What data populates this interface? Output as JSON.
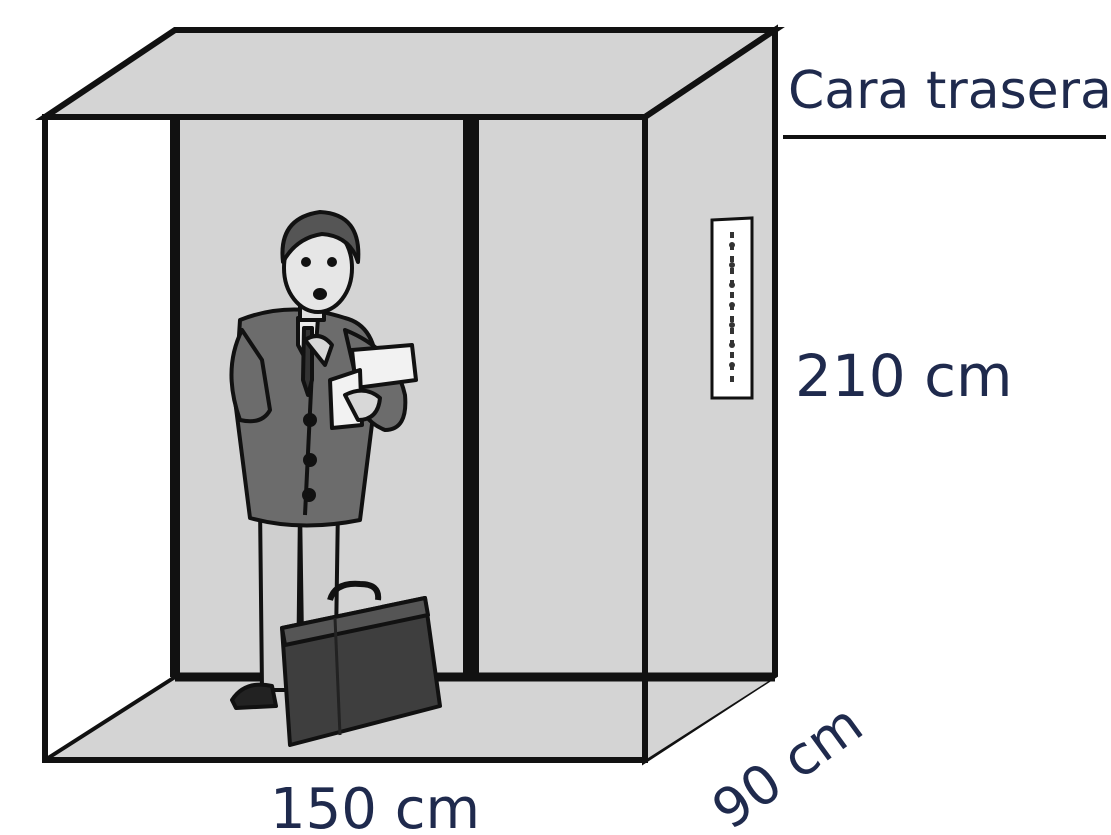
{
  "labels": {
    "back_face": "Cara trasera",
    "height": "210 cm",
    "width": "150 cm",
    "depth": "90 cm"
  },
  "colors": {
    "wall": "#d4d4d4",
    "outline": "#111111",
    "ink": "#1f2a4d",
    "suit": "#6c6c6c",
    "suit_dark": "#4a4a4a",
    "case": "#3e3e3e"
  },
  "icons": {
    "person": "businessman-reading-icon",
    "briefcase": "briefcase-icon",
    "panel": "elevator-button-panel-icon"
  }
}
